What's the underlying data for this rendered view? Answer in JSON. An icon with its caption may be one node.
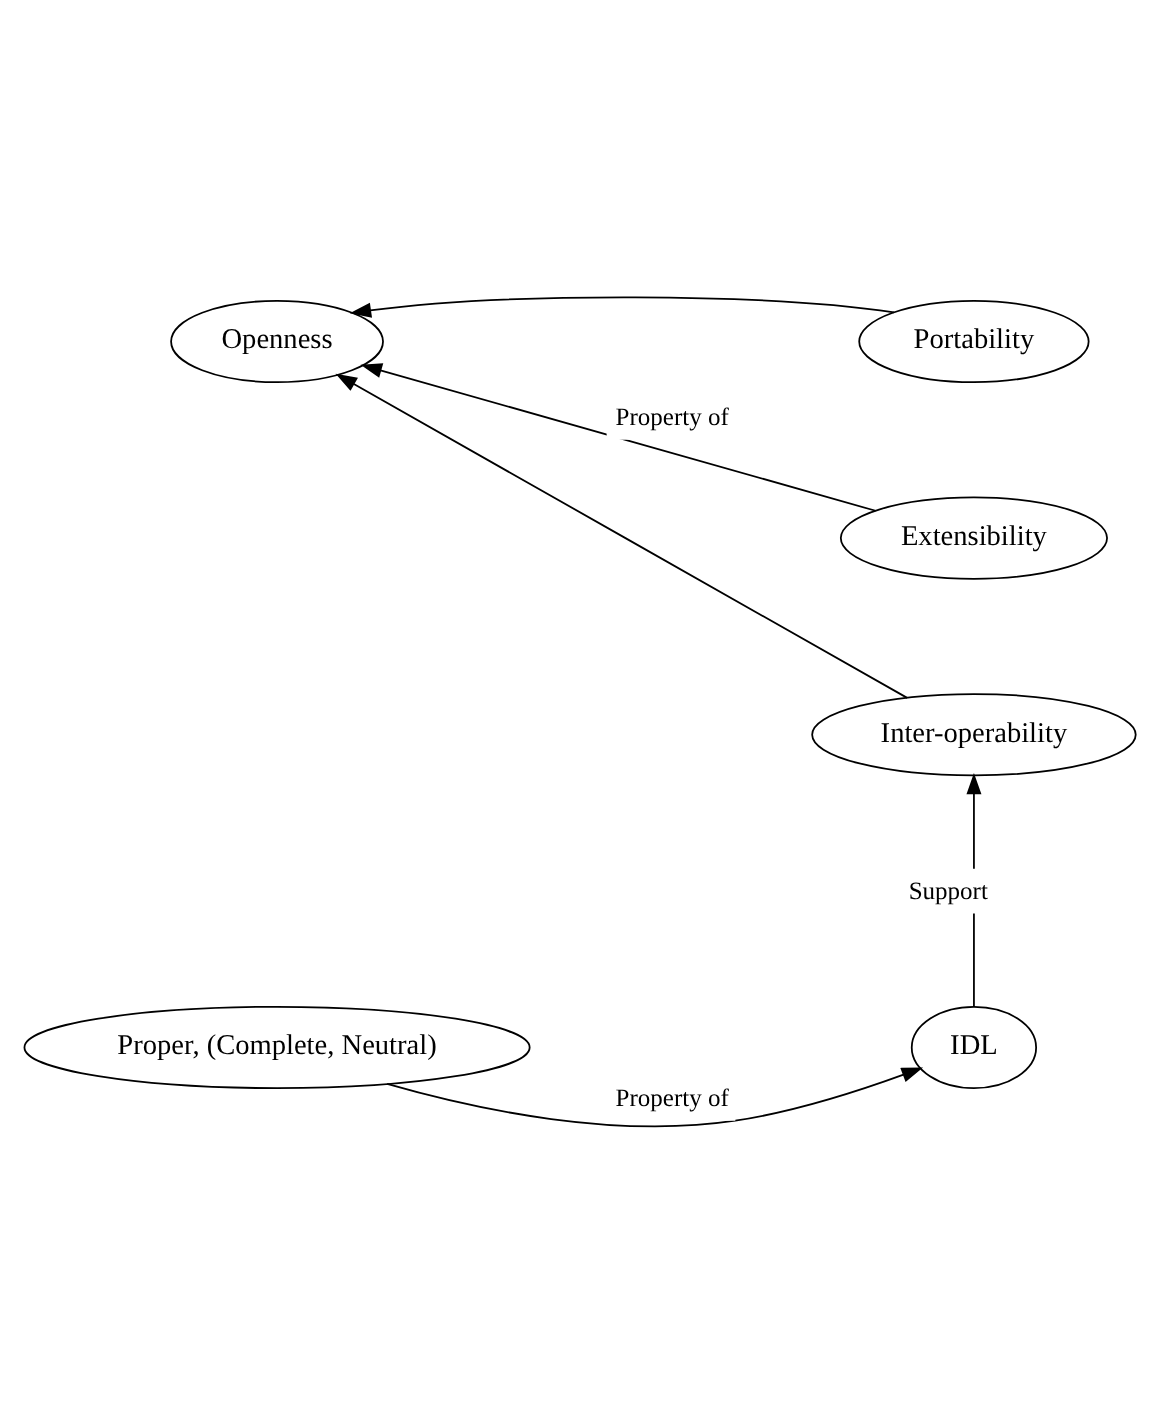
{
  "diagram": {
    "nodes": [
      {
        "text": [
          "Openness"
        ]
      },
      {
        "text": [
          "Portability"
        ]
      },
      {
        "text": [
          "Extensibility"
        ]
      },
      {
        "text": [
          "Inter-operability"
        ]
      },
      {
        "text": [
          "Proper, (Complete, Neutral)"
        ]
      },
      {
        "text": [
          "IDL"
        ]
      }
    ],
    "edges": [
      {
        "from": 1,
        "to": 0,
        "arrow": "to"
      },
      {
        "from": 2,
        "to": 0,
        "arrow": "to",
        "label": "Property of"
      },
      {
        "from": 3,
        "to": 0,
        "arrow": "to"
      },
      {
        "from": 5,
        "to": 3,
        "arrow": "to",
        "label": "Support"
      },
      {
        "from": 4,
        "to": 5,
        "arrow": "to",
        "label": "Property of"
      }
    ]
  }
}
